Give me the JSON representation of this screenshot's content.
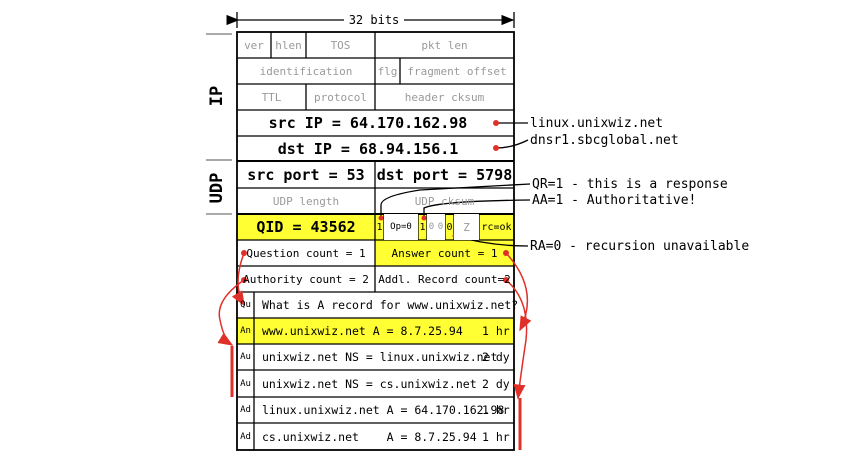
{
  "width_label": "32 bits",
  "side_labels": {
    "ip": "IP",
    "udp": "UDP"
  },
  "ip": {
    "ver": "ver",
    "hlen": "hlen",
    "tos": "TOS",
    "pkt_len": "pkt len",
    "identification": "identification",
    "flg": "flg",
    "frag_offset": "fragment offset",
    "ttl": "TTL",
    "protocol": "protocol",
    "header_cksum": "header cksum",
    "src_ip": "src IP = 64.170.162.98",
    "dst_ip": "dst IP = 68.94.156.1"
  },
  "udp": {
    "src_port": "src port = 53",
    "dst_port": "dst port = 5798",
    "length": "UDP length",
    "cksum": "UDP cksum"
  },
  "dns": {
    "qid": "QID = 43562",
    "qr": "1",
    "opcode": "Op=0",
    "aa": "1",
    "tc": "0",
    "rd": "0",
    "ra": "0",
    "z": "Z",
    "rcode": "rc=ok",
    "qdcount": "Question count = 1",
    "ancount": "Answer count = 1",
    "nscount": "Authority count = 2",
    "arcount": "Addl. Record count=2"
  },
  "records": [
    {
      "type": "Qu",
      "text": "What is A record for www.unixwiz.net?",
      "ttl": ""
    },
    {
      "type": "An",
      "text": "www.unixwiz.net A = 8.7.25.94",
      "ttl": "1 hr"
    },
    {
      "type": "Au",
      "text": "unixwiz.net NS = linux.unixwiz.net",
      "ttl": "2 dy"
    },
    {
      "type": "Au",
      "text": "unixwiz.net NS = cs.unixwiz.net",
      "ttl": "2 dy"
    },
    {
      "type": "Ad",
      "text": "linux.unixwiz.net A = 64.170.162.98",
      "ttl": "1 hr"
    },
    {
      "type": "Ad",
      "text": "cs.unixwiz.net    A = 8.7.25.94",
      "ttl": "1 hr"
    }
  ],
  "annotations": {
    "src_host": "linux.unixwiz.net",
    "dst_host": "dnsr1.sbcglobal.net",
    "qr_note": "QR=1 - this is a response",
    "aa_note": "AA=1 - Authoritative!",
    "ra_note": "RA=0 - recursion unavailable"
  },
  "colors": {
    "highlight": "#ffff33",
    "arrow": "#e0302a",
    "grid": "#000000",
    "muted": "#9a9a9a"
  }
}
